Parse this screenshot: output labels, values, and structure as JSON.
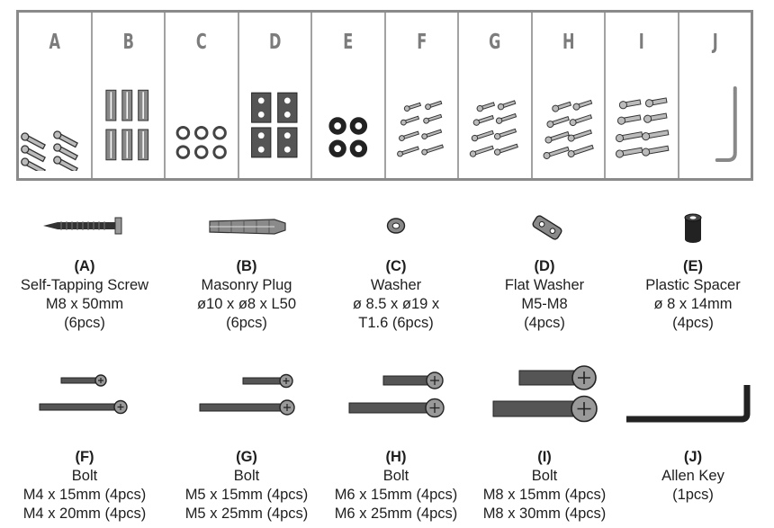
{
  "tray": {
    "compartments": [
      {
        "letter": "A"
      },
      {
        "letter": "B"
      },
      {
        "letter": "C"
      },
      {
        "letter": "D"
      },
      {
        "letter": "E"
      },
      {
        "letter": "F"
      },
      {
        "letter": "G"
      },
      {
        "letter": "H"
      },
      {
        "letter": "I"
      },
      {
        "letter": "J"
      }
    ]
  },
  "parts": [
    {
      "code": "(A)",
      "name": "Self-Tapping Screw",
      "spec1": "M8 x 50mm",
      "spec2": "(6pcs)"
    },
    {
      "code": "(B)",
      "name": "Masonry Plug",
      "spec1": "ø10 x ø8 x L50",
      "spec2": "(6pcs)"
    },
    {
      "code": "(C)",
      "name": "Washer",
      "spec1": "ø 8.5 x ø19 x",
      "spec2": "T1.6  (6pcs)"
    },
    {
      "code": "(D)",
      "name": "Flat Washer",
      "spec1": "M5-M8",
      "spec2": "(4pcs)"
    },
    {
      "code": "(E)",
      "name": "Plastic Spacer",
      "spec1": "ø 8 x 14mm",
      "spec2": "(4pcs)"
    },
    {
      "code": "(F)",
      "name": "Bolt",
      "spec1": "M4 x 15mm (4pcs)",
      "spec2": "M4 x 20mm (4pcs)"
    },
    {
      "code": "(G)",
      "name": "Bolt",
      "spec1": "M5 x 15mm (4pcs)",
      "spec2": "M5 x 25mm (4pcs)"
    },
    {
      "code": "(H)",
      "name": "Bolt",
      "spec1": "M6 x 15mm (4pcs)",
      "spec2": "M6 x 25mm (4pcs)"
    },
    {
      "code": "(I)",
      "name": "Bolt",
      "spec1": "M8 x 15mm (4pcs)",
      "spec2": "M8 x 30mm (4pcs)"
    },
    {
      "code": "(J)",
      "name": "Allen Key",
      "spec1": "(1pcs)",
      "spec2": ""
    }
  ],
  "icons": {
    "A": "self-tapping-screw-icon",
    "B": "masonry-plug-icon",
    "C": "washer-icon",
    "D": "flat-washer-icon",
    "E": "plastic-spacer-icon",
    "F": "bolt-m4-icon",
    "G": "bolt-m5-icon",
    "H": "bolt-m6-icon",
    "I": "bolt-m8-icon",
    "J": "allen-key-icon"
  }
}
